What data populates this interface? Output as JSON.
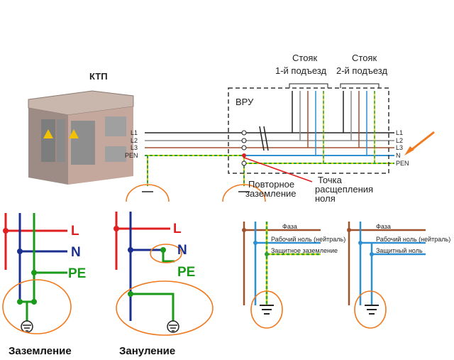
{
  "top": {
    "ktp": "КТП",
    "vru": "ВРУ",
    "riser1": [
      "Стояк",
      "1-й подъезд"
    ],
    "riser2": [
      "Стояк",
      "2-й подъезд"
    ],
    "ktp_terminals": [
      "L1",
      "L2",
      "L3",
      "PEN"
    ],
    "right_lines": [
      "L1",
      "L2",
      "L3",
      "N",
      "PEN"
    ],
    "repeat_ground": [
      "Повторное",
      "заземление"
    ],
    "split_point": [
      "Точка",
      "расщепления",
      "ноля"
    ]
  },
  "left_diagrams": {
    "zazemlenie": {
      "L": "L",
      "N": "N",
      "PE": "PE",
      "caption": "Заземление"
    },
    "zanulenie": {
      "L": "L",
      "N": "N",
      "PE": "PE",
      "caption": "Зануление"
    }
  },
  "right_diagrams": {
    "left": {
      "phase": "Фаза",
      "neutral": "Рабочий ноль (нейтраль)",
      "protective": "Защитное заземление"
    },
    "right": {
      "phase": "Фаза",
      "neutral": "Рабочий ноль (нейтраль)",
      "protective": "Защитный ноль"
    }
  },
  "colors": {
    "phase_red": "#e02020",
    "neutral_blue": "#1a2f8f",
    "pe_green": "#1a9a1a",
    "wire_brown": "#a0522d",
    "wire_grey": "#8a8a8a",
    "wire_blue": "#2f8fd0",
    "wire_yellowgreen": "#c8d400",
    "highlight_orange": "#f07a20"
  }
}
